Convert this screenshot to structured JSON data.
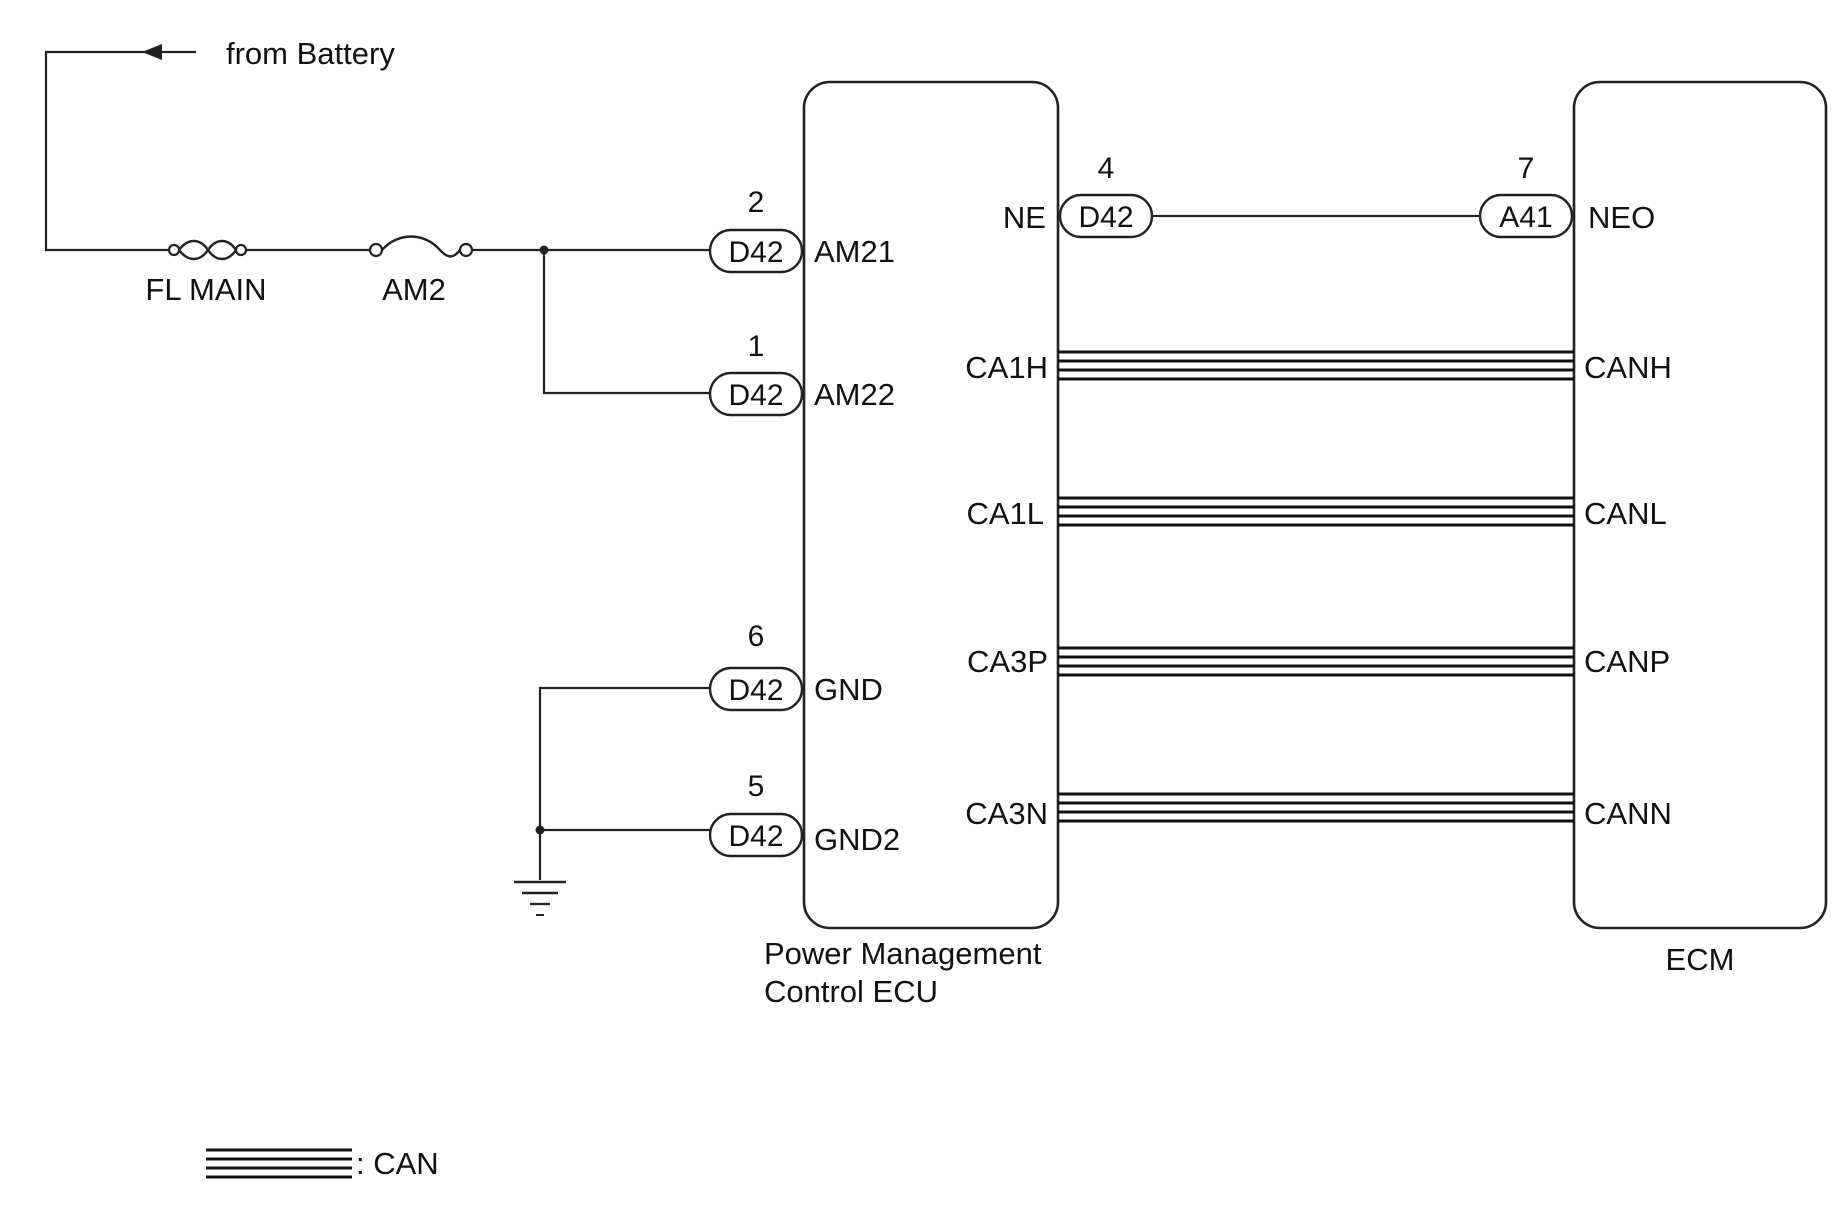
{
  "source": {
    "label": "from Battery"
  },
  "fuses": [
    {
      "id": "fl-main",
      "label": "FL MAIN"
    },
    {
      "id": "am2",
      "label": "AM2"
    }
  ],
  "components": {
    "pmc": {
      "line1": "Power Management",
      "line2": "Control ECU"
    },
    "ecm": {
      "name": "ECM"
    }
  },
  "left_pins": [
    {
      "id": "am21",
      "pin": "2",
      "connector": "D42",
      "label": "AM21"
    },
    {
      "id": "am22",
      "pin": "1",
      "connector": "D42",
      "label": "AM22"
    },
    {
      "id": "gnd",
      "pin": "6",
      "connector": "D42",
      "label": "GND"
    },
    {
      "id": "gnd2",
      "pin": "5",
      "connector": "D42",
      "label": "GND2"
    }
  ],
  "ne_link": {
    "pmc_pin": "4",
    "pmc_connector": "D42",
    "pmc_label": "NE",
    "ecm_pin": "7",
    "ecm_connector": "A41",
    "ecm_label": "NEO"
  },
  "can_links": [
    {
      "id": "h",
      "pmc_label": "CA1H",
      "ecm_label": "CANH"
    },
    {
      "id": "l",
      "pmc_label": "CA1L",
      "ecm_label": "CANL"
    },
    {
      "id": "p",
      "pmc_label": "CA3P",
      "ecm_label": "CANP"
    },
    {
      "id": "n",
      "pmc_label": "CA3N",
      "ecm_label": "CANN"
    }
  ],
  "legend": {
    "label": ": CAN"
  }
}
